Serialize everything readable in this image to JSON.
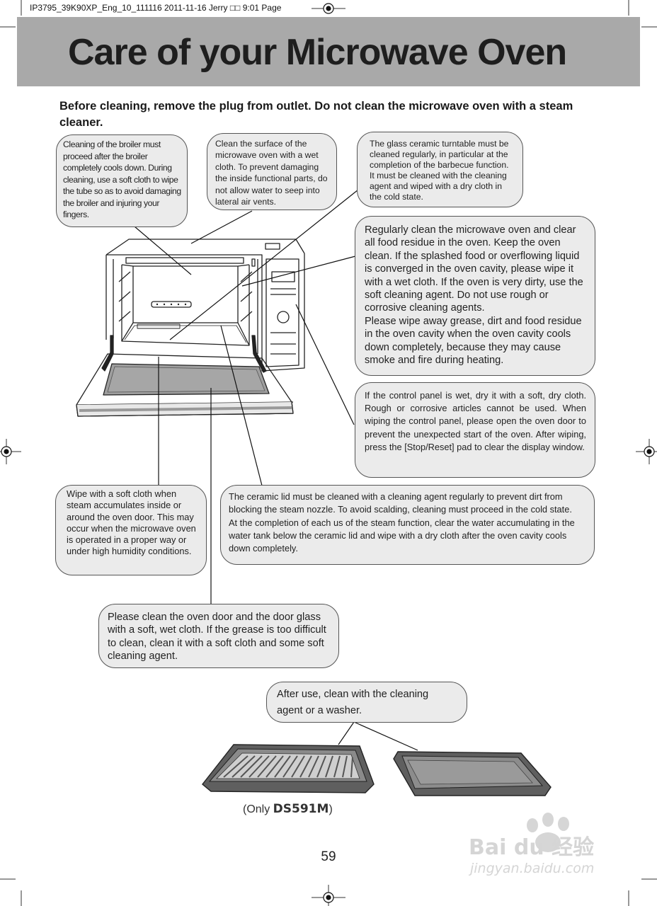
{
  "header": {
    "print_line": "IP3795_39K90XP_Eng_10_111116  2011-11-16  Jerry  □□ 9:01  Page"
  },
  "title": "Care of your Microwave Oven",
  "intro": "Before cleaning, remove the plug from outlet. Do not clean the microwave oven with a steam cleaner.",
  "callouts": {
    "broiler": "Cleaning of the broiler must proceed after the broiler completely cools down. During cleaning, use a soft cloth to wipe the tube so as to avoid damaging the broiler and injuring your fingers.",
    "surface": "Clean the surface of the microwave oven with a wet cloth. To prevent damaging the inside functional parts, do not allow water to seep into lateral air vents.",
    "turntable": "The glass ceramic turntable must be cleaned regularly, in particular at the completion of the barbecue function. It must be cleaned with the cleaning agent and wiped with a dry cloth in the cold state.",
    "cavity_p1": "Regularly clean the microwave oven and clear all food residue in the oven. Keep the oven clean. If the splashed food or overflowing liquid is converged in the oven cavity, please wipe it with a wet cloth. If the oven is very dirty, use the soft cleaning agent. Do not use rough or corrosive cleaning agents.",
    "cavity_p2": "Please wipe away grease, dirt and food residue in the oven cavity when the oven cavity cools down completely, because they may cause smoke and fire during heating.",
    "control_panel": "If the control panel is wet, dry it with a  soft, dry cloth. Rough or corrosive articles cannot be used. When wiping the control panel, please open the oven door to prevent the unexpected start of the oven. After wiping, press the [Stop/Reset] pad to clear the display window.",
    "steam": "Wipe with a soft cloth when steam accumulates inside or around the oven door. This may occur when the microwave oven is operated in a proper way or under high humidity conditions.",
    "ceramic_lid": "The ceramic lid must be cleaned with a cleaning agent regularly to prevent dirt from blocking the steam nozzle. To avoid scalding, cleaning must proceed in the cold state. At the completion of each us of the steam function, clear the water accumulating in the water tank below the ceramic lid and wipe with a dry cloth after the oven cavity cools down completely.",
    "door": "Please clean the oven door and the door glass with a soft, wet cloth. If the grease is too difficult to clean, clean it with a soft cloth and some soft cleaning agent.",
    "accessories": "After use, clean with the cleaning agent or a washer."
  },
  "caption": {
    "prefix": "(Only ",
    "model": "DS591M",
    "suffix": ")"
  },
  "page_number": "59",
  "watermark": {
    "logo": "Bai du 经验",
    "url": "jingyan.baidu.com"
  },
  "colors": {
    "title_band": "#a9a9a9",
    "bubble_fill": "#ebebeb",
    "bubble_border": "#555555",
    "tray_dark": "#6b6b6b"
  }
}
